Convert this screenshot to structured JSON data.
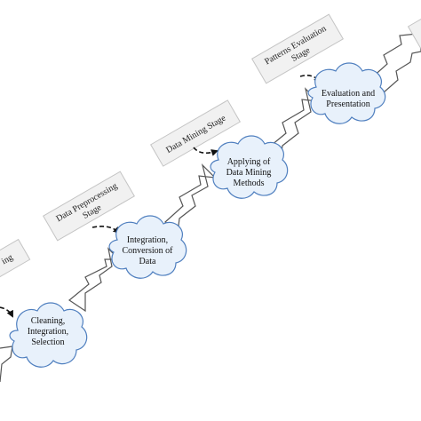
{
  "diagram": {
    "stages": [
      {
        "label": "ing"
      },
      {
        "label_line1": "Data Preprocessing",
        "label_line2": "Stage"
      },
      {
        "label": "Data Mining Stage"
      },
      {
        "label_line1": "Patterns Evaluation",
        "label_line2": "Stage"
      }
    ],
    "steps": [
      {
        "lines": [
          "Cleaning,",
          "Integration,",
          "Selection"
        ]
      },
      {
        "lines": [
          "Integration,",
          "Conversion of",
          "Data"
        ]
      },
      {
        "lines": [
          "Applying of",
          "Data Mining",
          "Methods"
        ]
      },
      {
        "lines": [
          "Evaluation and",
          "Presentation"
        ]
      }
    ],
    "colors": {
      "cloud_fill": "#e8f1fb",
      "cloud_stroke": "#4f7fbf",
      "arrow_stroke": "#555555",
      "arrow_fill": "#ffffff",
      "banner_fill": "#f1f1f1",
      "banner_stroke": "#c4c4c4"
    }
  }
}
